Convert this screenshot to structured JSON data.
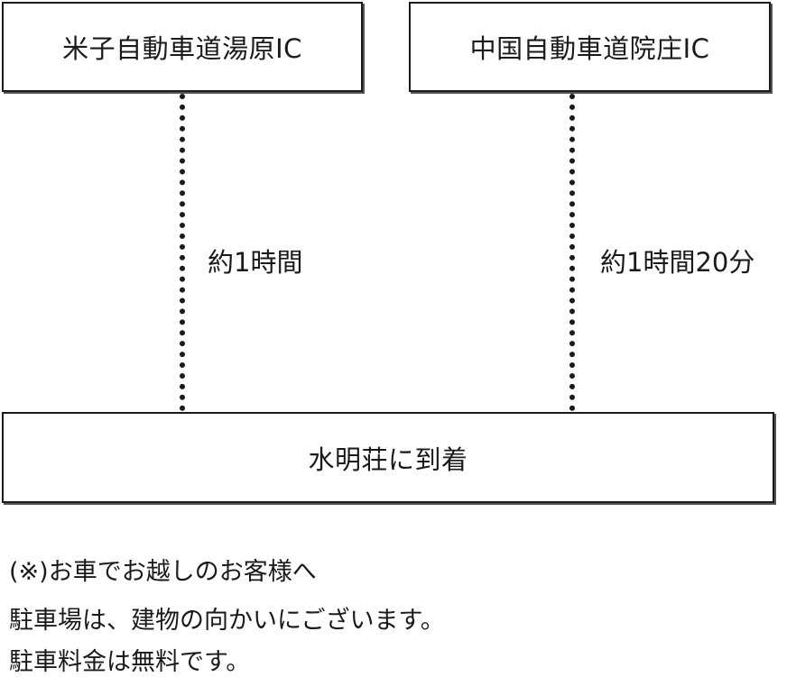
{
  "routes": {
    "left": {
      "origin": "米子自動車道湯原IC",
      "duration": "約1時間"
    },
    "right": {
      "origin": "中国自動車道院庄IC",
      "duration": "約1時間20分"
    }
  },
  "destination": "水明荘に到着",
  "notes": [
    "(※)お車でお越しのお客様へ",
    "駐車場は、建物の向かいにございます。",
    "駐車料金は無料です。"
  ]
}
